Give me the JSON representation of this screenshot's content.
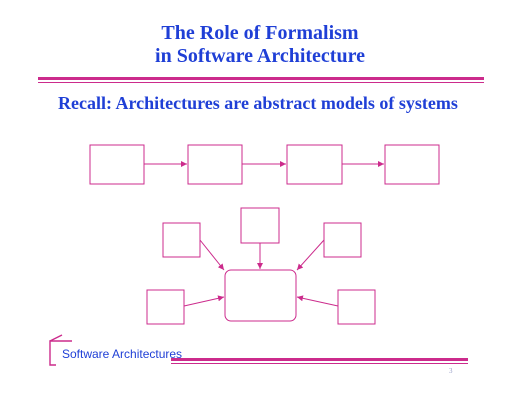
{
  "slide": {
    "title_line1": "The Role of Formalism",
    "title_line2": "in Software Architecture",
    "subtitle": "Recall: Architectures are abstract models of systems"
  },
  "footer": {
    "label": "Software Architectures",
    "page_number": "3"
  },
  "colors": {
    "title": "#1f3fd6",
    "accent": "#cc2b8c"
  },
  "diagram": {
    "pipeline": {
      "component_count": 4
    },
    "hub": {
      "satellite_count": 5
    }
  }
}
